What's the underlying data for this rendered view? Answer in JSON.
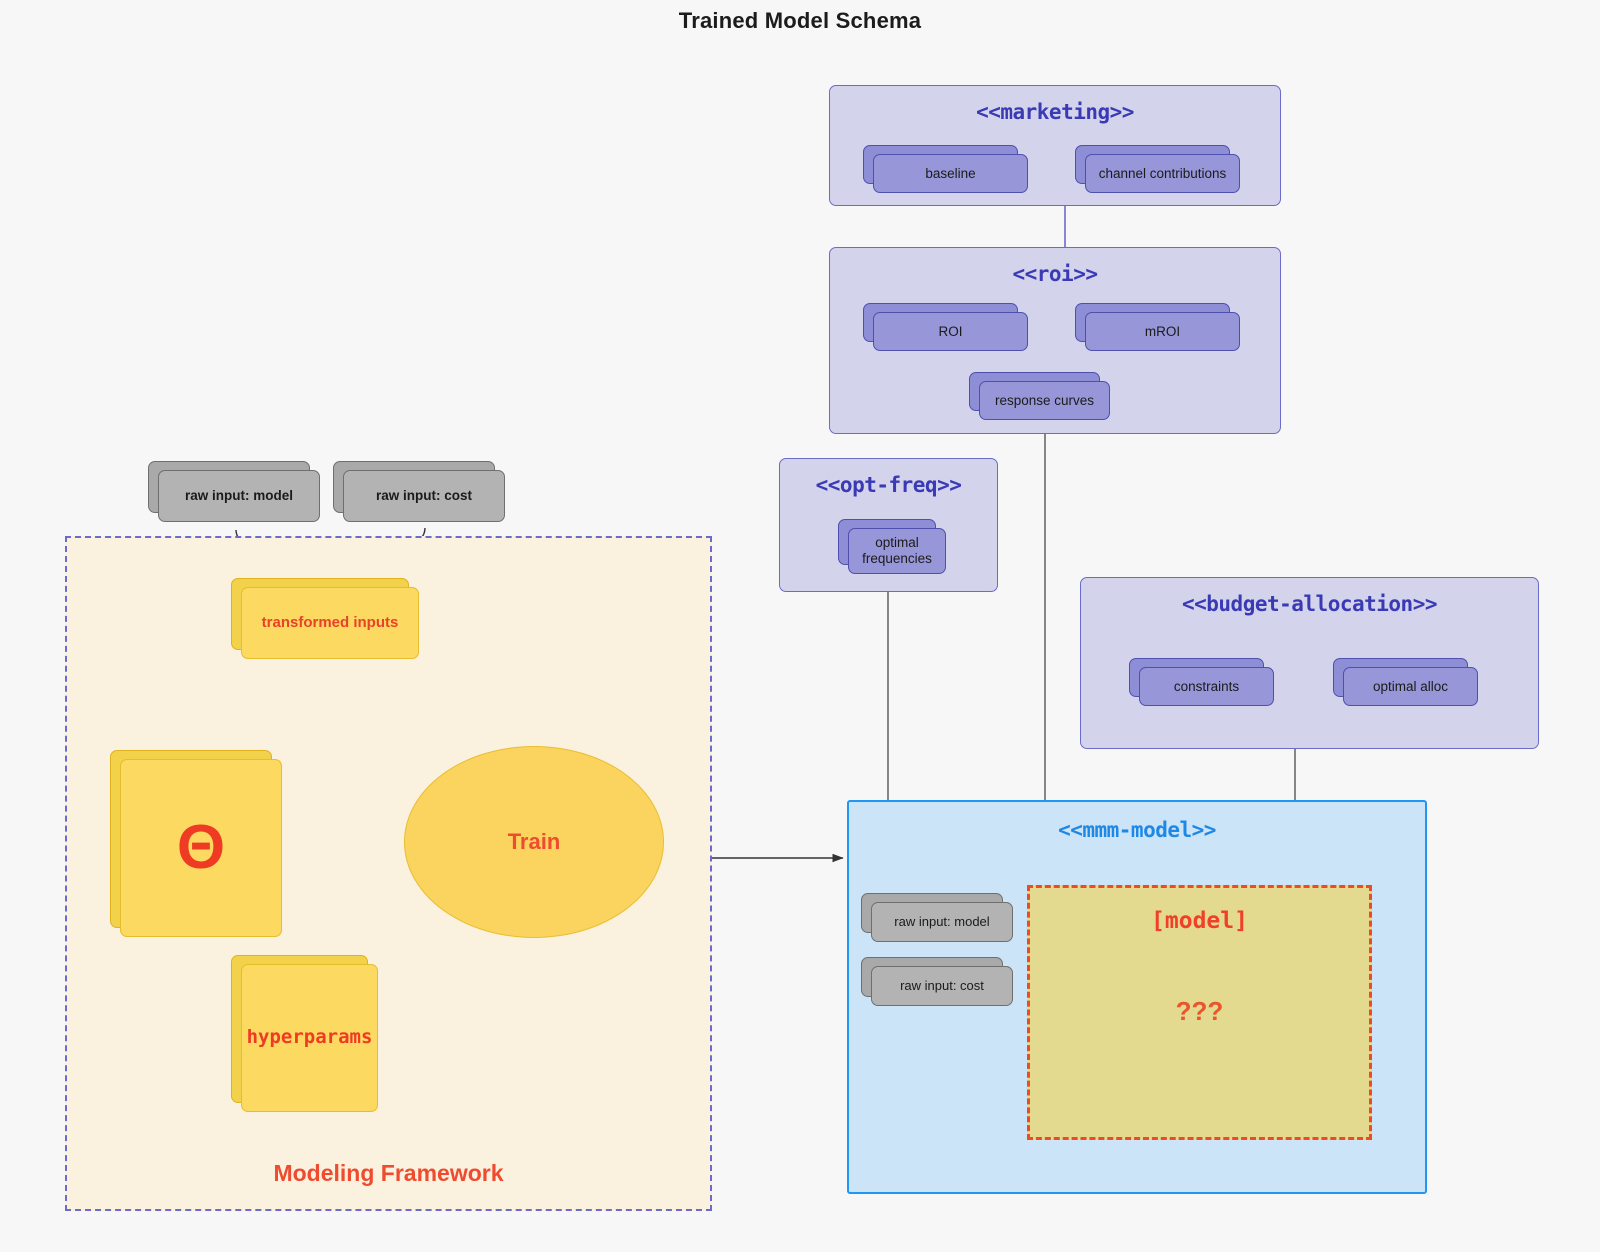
{
  "page": {
    "title": "Trained Model Schema",
    "background": "#f7f7f7"
  },
  "colors": {
    "package_fill": "#d3d4ec",
    "package_stroke": "#6b6bc9",
    "package_title": "#3a3ab5",
    "card_fill": "#9696d8",
    "card_stroke": "#4f4fae",
    "gray_card_fill": "#b3b3b3",
    "gray_card_stroke": "#6f6f6f",
    "yellow_card_fill": "#fcd960",
    "yellow_card_stroke": "#e6bd2a",
    "accent_red": "#ef3b23",
    "framework_fill": "#faf1de",
    "mmm_fill": "#cbe4f7",
    "mmm_stroke": "#2196f3",
    "model_box_fill": "#e3d98f",
    "model_box_stroke": "#f04a20"
  },
  "packages": {
    "marketing": {
      "title": "<<marketing>>",
      "nodes": [
        {
          "label": "baseline"
        },
        {
          "label": "channel contributions"
        }
      ]
    },
    "roi": {
      "title": "<<roi>>",
      "nodes": [
        {
          "label": "ROI"
        },
        {
          "label": "mROI"
        },
        {
          "label": "response curves"
        }
      ]
    },
    "opt_freq": {
      "title": "<<opt-freq>>",
      "nodes": [
        {
          "label": "optimal\nfrequencies",
          "line1": "optimal",
          "line2": "frequencies"
        }
      ]
    },
    "budget_allocation": {
      "title": "<<budget-allocation>>",
      "nodes": [
        {
          "label": "constraints"
        },
        {
          "label": "optimal alloc"
        }
      ]
    },
    "mmm_model": {
      "title": "<<mmm-model>>",
      "inputs": [
        {
          "label": "raw input: model"
        },
        {
          "label": "raw input: cost"
        }
      ],
      "model_box": {
        "label": "[model]",
        "unknown": "???"
      }
    }
  },
  "framework": {
    "label": "Modeling Framework",
    "raw_inputs": [
      {
        "label": "raw input: model"
      },
      {
        "label": "raw input: cost"
      }
    ],
    "transformed": {
      "label": "transformed inputs"
    },
    "theta": {
      "label": "Θ"
    },
    "hyperparams": {
      "label": "hyperparams"
    },
    "train": {
      "label": "Train"
    }
  }
}
